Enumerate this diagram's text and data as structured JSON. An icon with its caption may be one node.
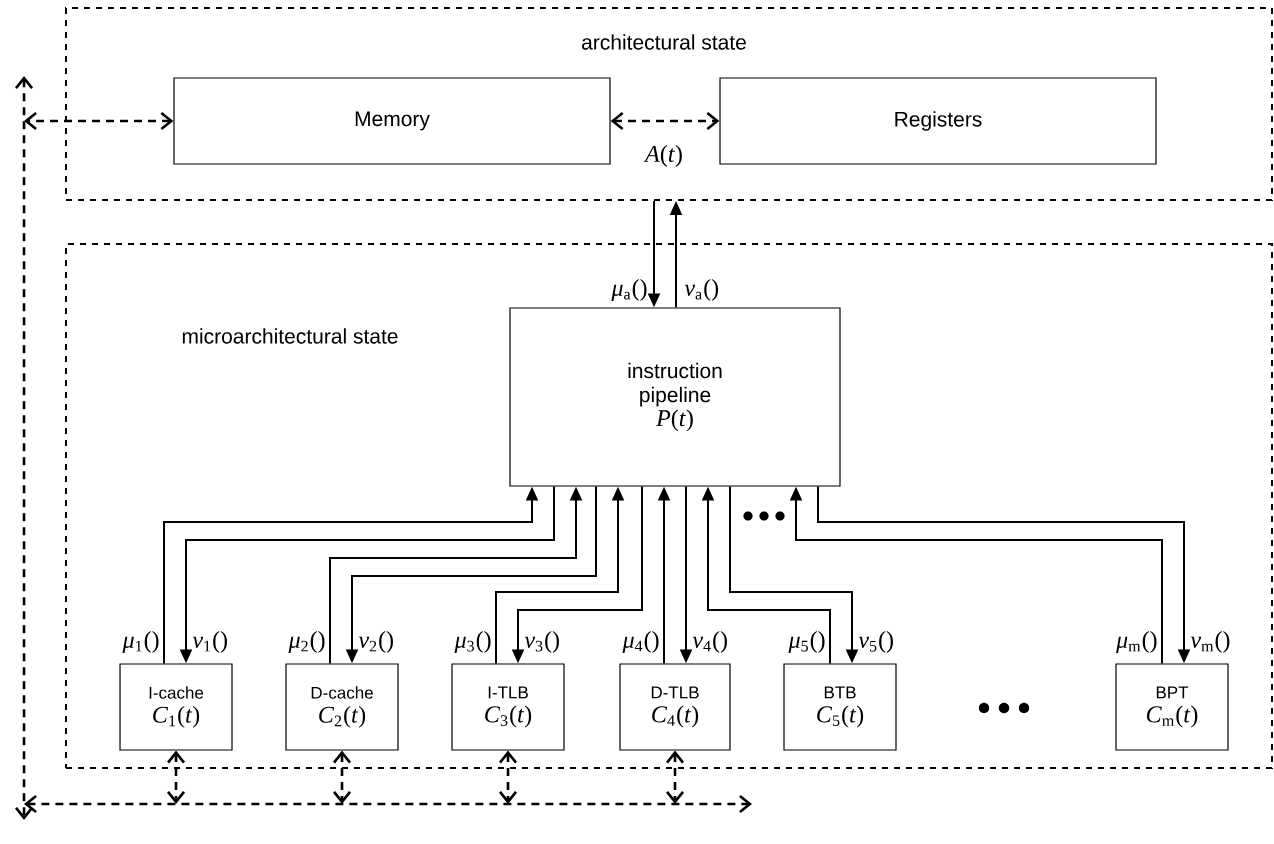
{
  "diagram": {
    "nodes": [
      {
        "text": [
          "architectural state"
        ]
      },
      {
        "text": [
          "Memory"
        ],
        "in": 0
      },
      {
        "text": [
          "Registers"
        ],
        "in": 0
      },
      {
        "text": [
          "microarchitectural state"
        ]
      },
      {
        "text": [
          "instruction pipeline",
          "*P*(*t*)"
        ],
        "in": 3
      },
      {
        "text": [
          "I-cache",
          "*C*$_{1}$(*t*)"
        ],
        "in": 3
      },
      {
        "text": [
          "D-cache",
          "*C*$_{2}$(*t*)"
        ],
        "in": 3
      },
      {
        "text": [
          "I-TLB",
          "*C*$_{3}$(*t*)"
        ],
        "in": 3
      },
      {
        "text": [
          "D-TLB",
          "*C*$_{4}$(*t*)"
        ],
        "in": 3
      },
      {
        "text": [
          "BTB",
          "*C*$_{5}$(*t*)"
        ],
        "in": 3
      },
      {
        "text": [
          "BPT",
          "*C*$_{m}$(*t*)"
        ],
        "in": 3
      }
    ],
    "edges": [
      {
        "from": 1,
        "to": 2,
        "arrow": "both",
        "style": "dashed"
      },
      {
        "from": 1,
        "to": null,
        "arrow": "both",
        "style": "dashed"
      },
      {
        "from": 0,
        "to": 4,
        "arrow": "to",
        "label": "*μ*$_{a}$()"
      },
      {
        "from": 4,
        "to": 0,
        "arrow": "to",
        "label": "*ν*$_{a}$()"
      },
      {
        "from": 5,
        "to": 4,
        "arrow": "to",
        "label": "*μ*$_{1}$()"
      },
      {
        "from": 4,
        "to": 5,
        "arrow": "to",
        "label": "*ν*$_{1}$()"
      },
      {
        "from": 6,
        "to": 4,
        "arrow": "to",
        "label": "*μ*$_{2}$()"
      },
      {
        "from": 4,
        "to": 6,
        "arrow": "to",
        "label": "*ν*$_{2}$()"
      },
      {
        "from": 7,
        "to": 4,
        "arrow": "to",
        "label": "*μ*$_{3}$()"
      },
      {
        "from": 4,
        "to": 7,
        "arrow": "to",
        "label": "*ν*$_{3}$()"
      },
      {
        "from": 8,
        "to": 4,
        "arrow": "to",
        "label": "*μ*$_{4}$()"
      },
      {
        "from": 4,
        "to": 8,
        "arrow": "to",
        "label": "*ν*$_{4}$()"
      },
      {
        "from": 9,
        "to": 4,
        "arrow": "to",
        "label": "*μ*$_{5}$()"
      },
      {
        "from": 4,
        "to": 9,
        "arrow": "to",
        "label": "*ν*$_{5}$()"
      },
      {
        "from": 10,
        "to": 4,
        "arrow": "to",
        "label": "*μ*$_{m}$()"
      },
      {
        "from": 4,
        "to": 10,
        "arrow": "to",
        "label": "*ν*$_{m}$()"
      },
      {
        "from": 5,
        "to": null,
        "arrow": "both",
        "style": "dashed"
      },
      {
        "from": 6,
        "to": null,
        "arrow": "both",
        "style": "dashed"
      },
      {
        "from": 7,
        "to": null,
        "arrow": "both",
        "style": "dashed"
      },
      {
        "from": 8,
        "to": null,
        "arrow": "both",
        "style": "dashed"
      }
    ],
    "labels": [
      "*A*(*t*)"
    ]
  }
}
